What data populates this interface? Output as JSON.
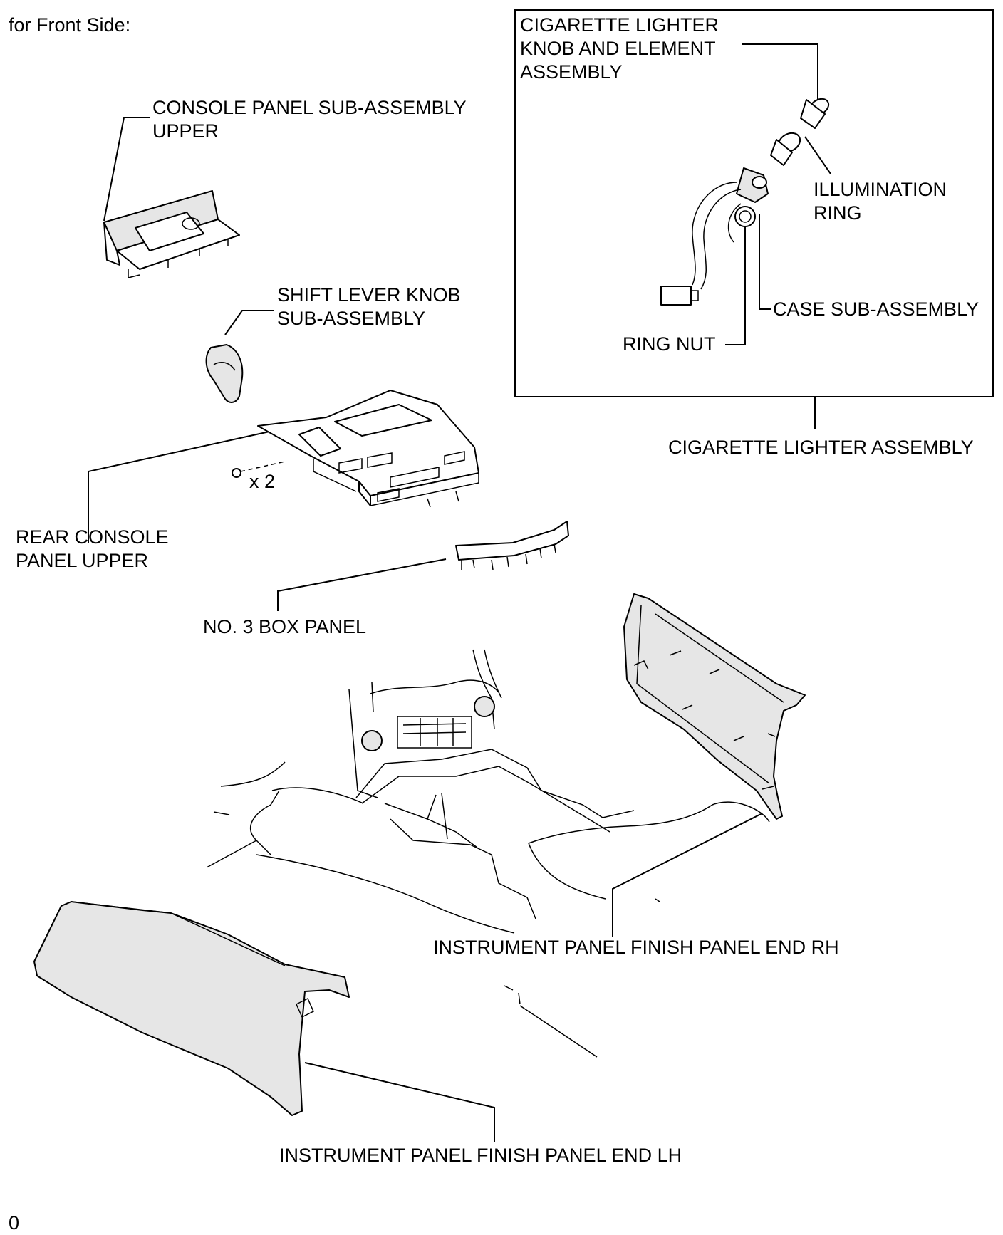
{
  "header": {
    "caption": "for Front Side:"
  },
  "labels": {
    "console_panel_upper": [
      "CONSOLE PANEL SUB-ASSEMBLY",
      "UPPER"
    ],
    "shift_lever_knob": [
      "SHIFT LEVER KNOB",
      "SUB-ASSEMBLY"
    ],
    "screw_qty": "x 2",
    "rear_console_panel_upper": [
      "REAR CONSOLE",
      "PANEL UPPER"
    ],
    "no3_box_panel": "NO. 3 BOX PANEL",
    "lighter_knob_element": [
      "CIGARETTE LIGHTER",
      "KNOB AND ELEMENT",
      "ASSEMBLY"
    ],
    "illumination_ring": [
      "ILLUMINATION",
      "RING"
    ],
    "case_sub_assembly": "CASE SUB-ASSEMBLY",
    "ring_nut": "RING NUT",
    "cigarette_lighter_assembly": "CIGARETTE LIGHTER ASSEMBLY",
    "finish_panel_end_rh": "INSTRUMENT PANEL FINISH PANEL END RH",
    "finish_panel_end_lh": "INSTRUMENT PANEL FINISH PANEL END LH"
  },
  "footer": {
    "code": "0"
  }
}
